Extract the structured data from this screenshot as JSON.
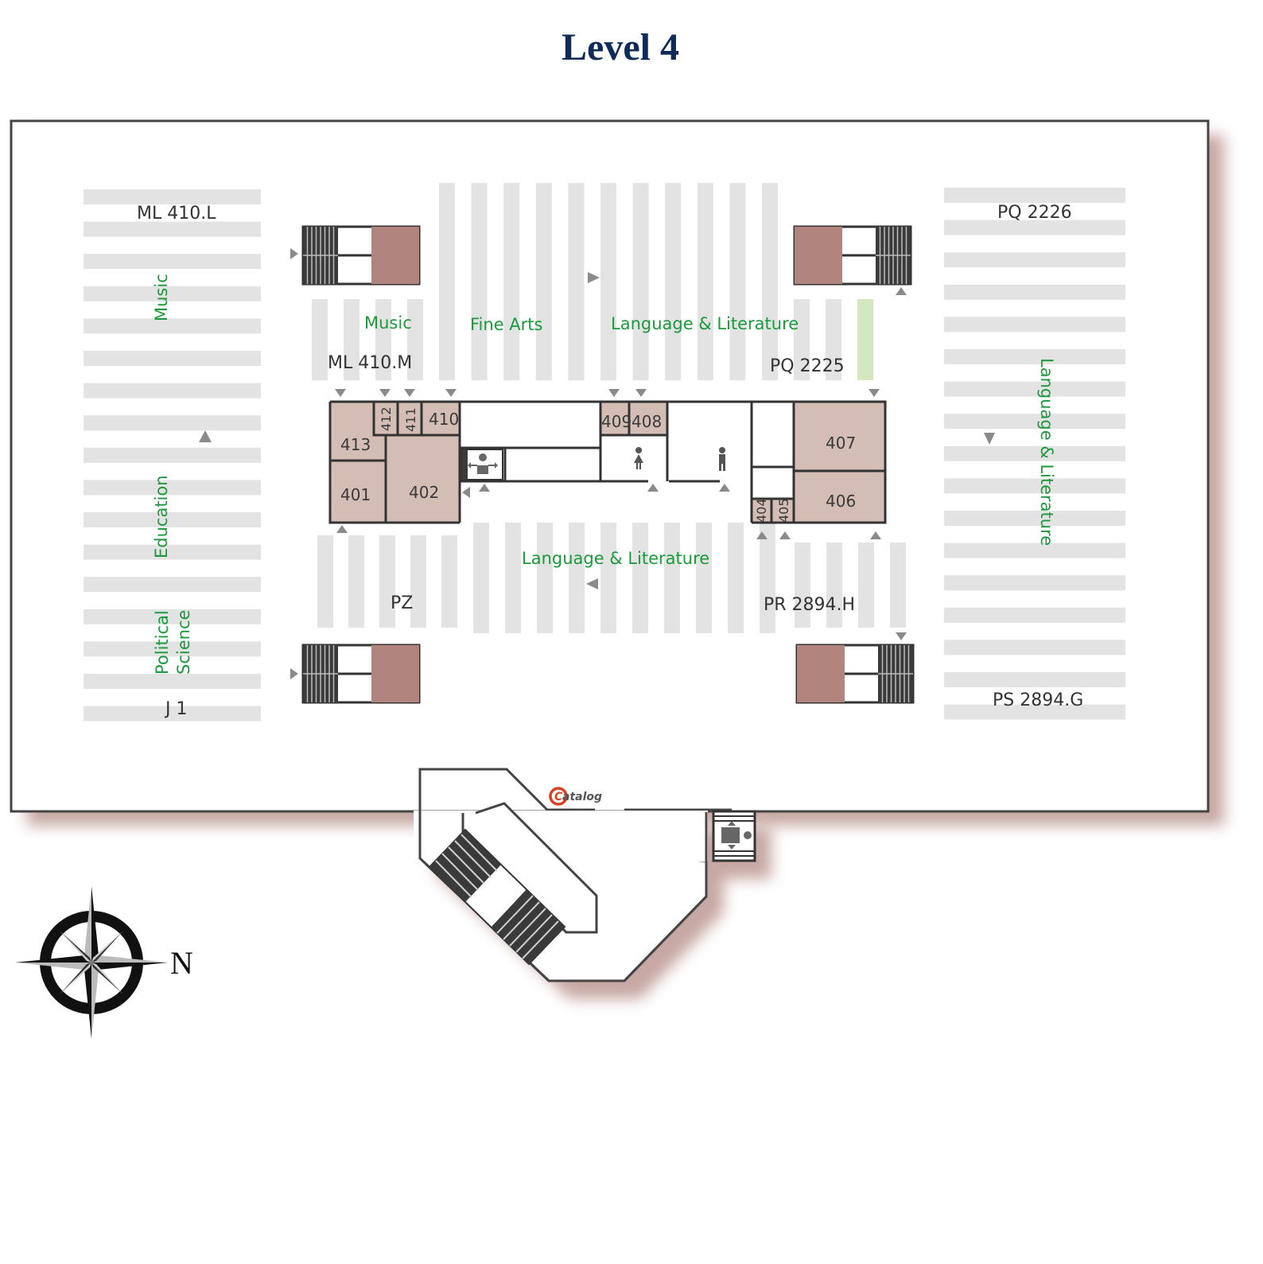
{
  "title": "Level 4",
  "call_numbers": {
    "ml410l": "ML 410.L",
    "ml410m": "ML 410.M",
    "pq2226": "PQ 2226",
    "pq2225": "PQ 2225",
    "pz": "PZ",
    "pr2894h": "PR 2894.H",
    "j1": "J 1",
    "ps2894g": "PS 2894.G"
  },
  "sections": {
    "music_vertical": "Music",
    "education": "Education",
    "political": "Political",
    "science": "Science",
    "music": "Music",
    "fine_arts": "Fine Arts",
    "lang_lit_top": "Language & Literature",
    "lang_lit_bottom": "Language & Literature",
    "lang_lit_right": "Language & Literature"
  },
  "rooms": {
    "r413": "413",
    "r412": "412",
    "r411": "411",
    "r410": "410",
    "r401": "401",
    "r402": "402",
    "r409": "409",
    "r408": "408",
    "r407": "407",
    "r406": "406",
    "r404": "404",
    "r405": "405"
  },
  "catalog": {
    "initial": "C",
    "rest": "atalog"
  },
  "compass": {
    "north_label": "N"
  },
  "colors": {
    "title": "#0f2b5a",
    "section_text": "#1a9a3a",
    "room_fill": "#d3bdb5",
    "stair_landing": "#b2847e",
    "shelf": "#e3e3e3",
    "highlight_shelf": "#d2e8c0",
    "shadow": "#b48a84"
  }
}
